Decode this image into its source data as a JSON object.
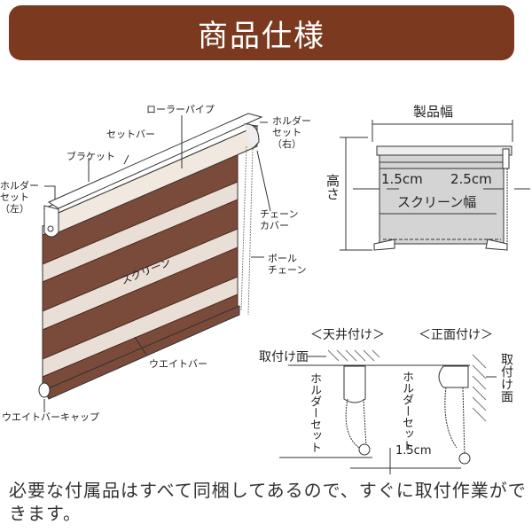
{
  "header": {
    "title": "商品仕様"
  },
  "parts_diagram": {
    "roller_pipe": "ローラーパイプ",
    "set_bar": "セットバー",
    "bracket": "ブラケット",
    "holder_set_left": [
      "ホルダー",
      "セット",
      "（左）"
    ],
    "holder_set_right": [
      "ホルダー",
      "セット",
      "（右）"
    ],
    "chain_cover": [
      "チェーン",
      "カバー"
    ],
    "ball_chain": [
      "ボール",
      "チェーン"
    ],
    "screen": "スクリーン",
    "weight_bar": "ウエイトバー",
    "weight_bar_cap": "ウエイトバーキャップ"
  },
  "dimension_diagram": {
    "product_width": "製品幅",
    "height": "高さ",
    "left_gap": "1.5cm",
    "right_gap": "2.5cm",
    "screen_width": "スクリーン幅"
  },
  "mounting": {
    "ceiling_title": "＜天井付け＞",
    "front_title": "＜正面付け＞",
    "mount_surface": "取付け面",
    "mount_surface_vertical": "取付け面",
    "holder_set_ceiling": "ホルダーセット",
    "holder_set_front": "ホルダーセット",
    "offset": "1.5cm"
  },
  "footer": {
    "text": "必要な付属品はすべて同梱してあるので、すぐに取付作業ができます。"
  },
  "colors": {
    "header": "#7b3a1f",
    "stripe_dark": "#7a4a3a",
    "stripe_light": "#eadfd6",
    "screen_gray": "#d4d4d4"
  }
}
